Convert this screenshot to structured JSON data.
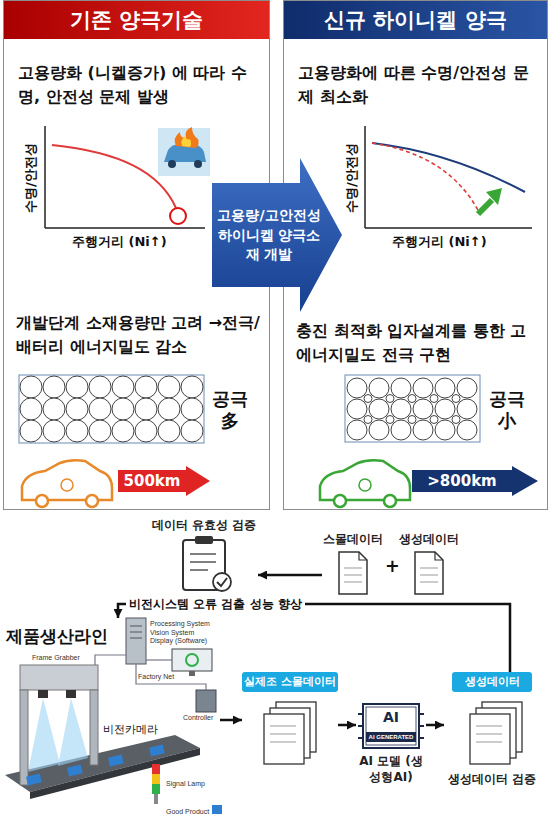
{
  "diagram": {
    "nodes": [
      {
        "text": [
          "기존 양극기술",
          "고용량화 (니켈증가) 에 따라 수명, 안전성 문제 발생",
          "개발단계 소재용량만 고려 →전극/배터리 에너지밀도 감소"
        ]
      },
      {
        "text": [
          "500km"
        ],
        "in": 0
      },
      {
        "text": [
          "고용량/고안전성 하이니켈 양극소재 개발"
        ]
      },
      {
        "text": [
          "신규 하이니켈 양극",
          "고용량화에 따른 수명/안전성 문제 최소화",
          "충진 최적화 입자설계를 통한 고에너지밀도 전극 구현"
        ]
      },
      {
        "text": [
          ">800km"
        ],
        "in": 3
      },
      {
        "text": [
          "데이터 유효성 검증"
        ]
      },
      {
        "text": [
          "스몰데이터"
        ]
      },
      {
        "text": [
          "생성데이터"
        ]
      },
      {
        "text": [
          "제품생산라인"
        ]
      },
      {
        "text": [
          "실제조 스몰데이터"
        ]
      },
      {
        "text": [
          "AI",
          "AI GENERATED",
          "AI 모델 (생성형AI)"
        ]
      },
      {
        "text": [
          "생성데이터",
          "생성데이터 검증"
        ]
      }
    ],
    "edges": [
      {
        "from": 8,
        "to": 9,
        "arrow": "to"
      },
      {
        "from": 9,
        "to": 10,
        "arrow": "to"
      },
      {
        "from": 10,
        "to": 11,
        "arrow": "to"
      },
      {
        "from": 11,
        "to": 8,
        "label": "비전시스템 오류 검출 성능 향상",
        "arrow": "to"
      },
      {
        "from": 6,
        "to": 5,
        "arrow": "to"
      }
    ],
    "labels": [
      "수명/안전성",
      "주행거리 (Ni↑)",
      "공극 多",
      "수명/안전성",
      "주행거리 (Ni↑)",
      "공극 小",
      "+",
      "Processing System",
      "Vision System Display (Software)",
      "Frame Grabber",
      "Factory Net",
      "Controller",
      "비전카메라",
      "Signal Lamp",
      "Good Product"
    ]
  }
}
